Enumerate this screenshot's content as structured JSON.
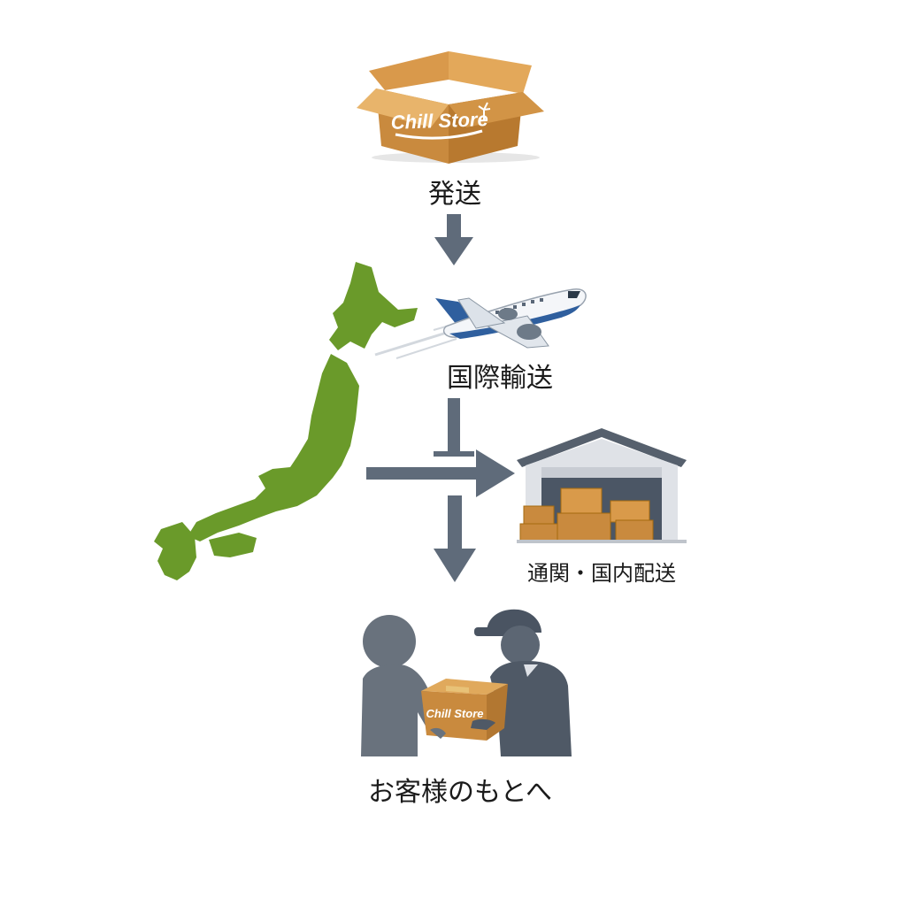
{
  "brand": {
    "name": "Chill Store",
    "colors": {
      "box": "#c98a3e",
      "box_top": "#e3a85a",
      "arrow": "#5f6b7a",
      "japan": "#6a9a2a",
      "person": "#55606e",
      "warehouse_roof": "#56606d",
      "plane_blue": "#2f5f9e"
    }
  },
  "steps": [
    {
      "label": "発送",
      "icon": "shipping-box-icon"
    },
    {
      "label": "国際輸送",
      "icon": "airplane-icon"
    },
    {
      "label": "通関・国内配送",
      "icon": "warehouse-icon"
    },
    {
      "label": "お客様のもとへ",
      "icon": "delivery-handover-icon"
    }
  ]
}
